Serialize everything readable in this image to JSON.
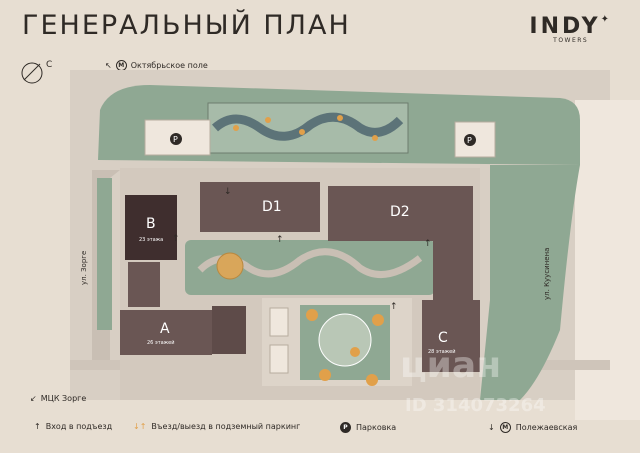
{
  "header": {
    "title": "ГЕНЕРАЛЬНЫЙ ПЛАН",
    "brand_name": "INDY",
    "brand_sub": "TOWERS"
  },
  "compass": {
    "label": "С"
  },
  "navigation": {
    "top_metro": "Октябрьское поле",
    "bottom_left_station": "МЦК Зорге"
  },
  "streets": {
    "left": "ул. Зорге",
    "right": "ул. Куусинена"
  },
  "buildings": {
    "A": {
      "letter": "A",
      "floors": "26 этажей"
    },
    "B": {
      "letter": "B",
      "floors": "23 этажа"
    },
    "C": {
      "letter": "C",
      "floors": "28 этажей"
    },
    "D1": {
      "letter": "D1"
    },
    "D2": {
      "letter": "D2"
    }
  },
  "parking_symbol": "P",
  "legend": {
    "entrance": "Вход в подъезд",
    "garage": "Въезд/выезд в подземный паркинг",
    "parking": "Парковка",
    "metro_bottom": "Полежаевская"
  },
  "watermark": {
    "brand": "циан",
    "id": "ID 314073264"
  },
  "colors": {
    "background": "#e7ded2",
    "green": "#8fa893",
    "building_dark": "#6a5654",
    "building_b": "#3f2e2e",
    "road": "#c9bfb4",
    "text": "#2f2a26",
    "accent_orange": "#e1a04a"
  }
}
